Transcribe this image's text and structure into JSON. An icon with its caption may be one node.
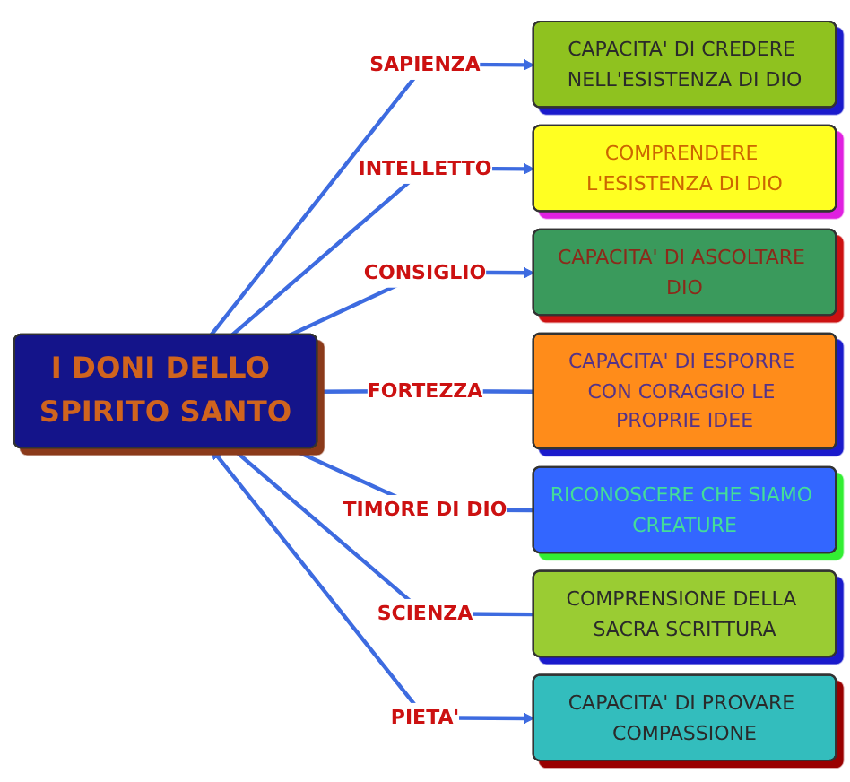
{
  "diagram": {
    "nodes": [
      {
        "text": [
          "CAPACITA' DI CREDERE NELL'ESISTENZA DI DIO"
        ]
      },
      {
        "text": [
          "COMPRENDERE L'ESISTENZA DI DIO"
        ]
      },
      {
        "text": [
          "CAPACITA' DI ASCOLTARE DIO"
        ]
      },
      {
        "text": [
          "I DONI DELLO SPIRITO SANTO"
        ]
      },
      {
        "text": [
          "CAPACITA' DI ESPORRE CON CORAGGIO LE PROPRIE IDEE"
        ]
      },
      {
        "text": [
          "RICONOSCERE CHE SIAMO CREATURE"
        ]
      },
      {
        "text": [
          "COMPRENSIONE DELLA SACRA SCRITTURA"
        ]
      },
      {
        "text": [
          "CAPACITA' DI PROVARE COMPASSIONE"
        ]
      }
    ],
    "edges": [
      {
        "from": 3,
        "to": 0,
        "arrow": "to",
        "label": "SAPIENZA"
      },
      {
        "from": 3,
        "to": 1,
        "arrow": "to",
        "label": "INTELLETTO"
      },
      {
        "from": 3,
        "to": 2,
        "arrow": "to",
        "label": "CONSIGLIO"
      },
      {
        "from": 3,
        "to": 4,
        "arrow": "none",
        "label": "FORTEZZA"
      },
      {
        "from": 3,
        "to": 5,
        "arrow": "none",
        "label": "TIMORE DI DIO"
      },
      {
        "from": 3,
        "to": 6,
        "arrow": "none",
        "label": "SCIENZA"
      },
      {
        "from": 3,
        "to": 7,
        "arrow": "both",
        "label": "PIETA'"
      }
    ]
  }
}
